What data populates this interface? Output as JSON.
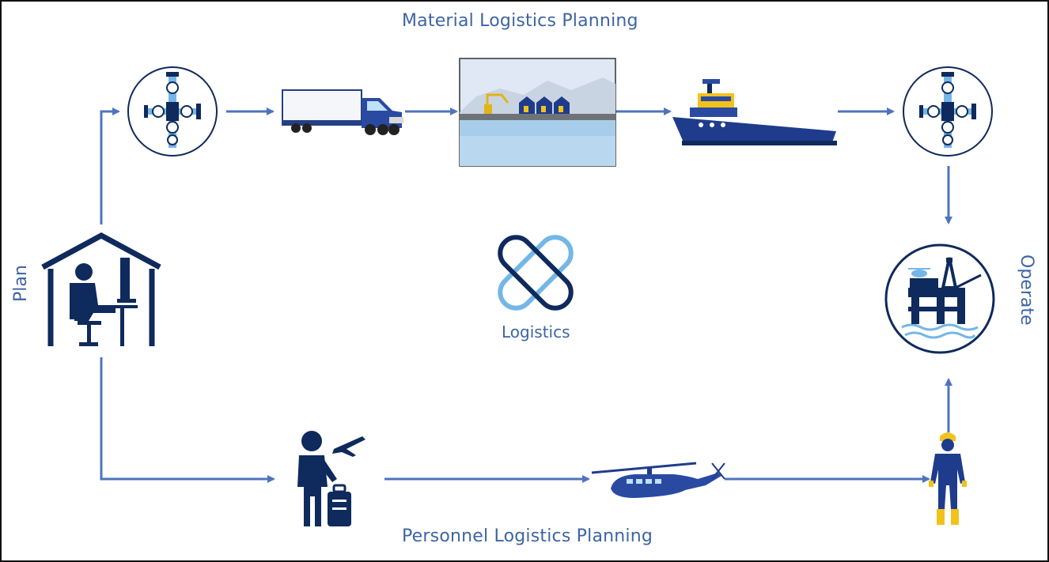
{
  "diagram": {
    "top_label": "Material Logistics Planning",
    "bottom_label": "Personnel Logistics Planning",
    "left_label": "Plan",
    "right_label": "Operate",
    "center_label": "Logistics"
  },
  "icons": [
    "wellhead-icon",
    "truck-icon",
    "harbor-warehouse-icon",
    "supply-vessel-icon",
    "wellhead-icon",
    "planner-office-icon",
    "logistics-logo-icon",
    "offshore-platform-icon",
    "traveler-icon",
    "helicopter-icon",
    "offshore-worker-icon"
  ],
  "colors": {
    "arrow": "#4f74bd",
    "navy": "#0f2a5c",
    "blue": "#2a4aa2",
    "light_blue": "#74b7e6",
    "text": "#3d64a4",
    "yellow": "#f2c21b"
  }
}
